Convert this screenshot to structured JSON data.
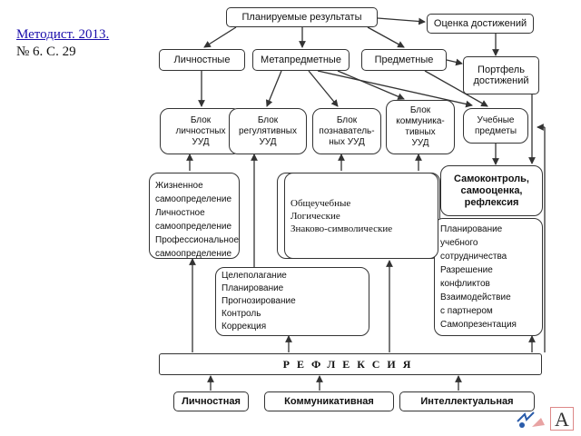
{
  "source": {
    "journal": "Методист. 2013.",
    "issue": "№ 6. С. 29"
  },
  "diagram": {
    "planned_results": "Планируемые результаты",
    "achievement_assessment": "Оценка достижений",
    "personal": "Личностные",
    "metasubject": "Метапредметные",
    "subject": "Предметные",
    "portfolio": "Портфель\nдостижений",
    "block_personal": "Блок\nличностных\nУУД",
    "block_regulatory": "Блок\nрегулятивных\nУУД",
    "block_cognitive": "Блок\nпознаватель-\nных УУД",
    "block_communicative": "Блок\nкоммуника-\nтивных\nУУД",
    "academic_subjects": "Учебные\nпредметы",
    "self_control": "Самоконтроль,\nсамооценка,\nрефлексия",
    "personal_list": "Жизненное\nсамоопределение\nЛичностное\nсамоопределение\nПрофессиональное\nсамоопределение",
    "cognitive_list": "Общеучебные\nЛогические\nЗнаково-символические",
    "communicative_list": "Планирование\n   учебного\n   сотрудничества\nРазрешение\n   конфликтов\nВзаимодействие\n   с партнером\nСамопрезентация",
    "regulatory_list": "Целеполагание\nПланирование\nПрогнозирование\nКонтроль\nКоррекция",
    "reflection": "РЕФЛЕКСИЯ",
    "reflection_personal": "Личностная",
    "reflection_communicative": "Коммуникативная",
    "reflection_intellectual": "Интеллектуальная"
  },
  "logo_letter": "A",
  "colors": {
    "link": "#1a0dab",
    "line": "#333333"
  }
}
